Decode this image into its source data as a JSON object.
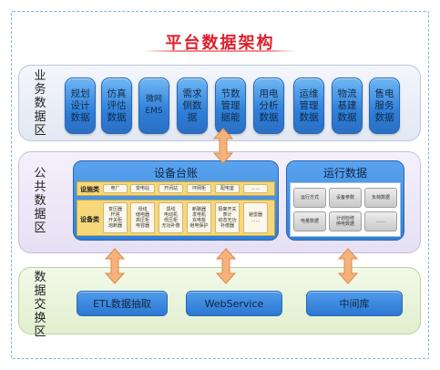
{
  "title": "平台数据架构",
  "layers": {
    "business": {
      "label": "业务数据区"
    },
    "public": {
      "label": "公共数据区"
    },
    "exchange": {
      "label": "数据交换区"
    }
  },
  "business_items": [
    "规划设计数据",
    "仿真评估数据",
    "微网EMS",
    "需求侧数据",
    "节数管理据能",
    "用电分析数据",
    "运维管理数据",
    "物流基建数据",
    "售电服务数据"
  ],
  "ledger": {
    "title": "设备台账",
    "facility_label": "设施类",
    "facility_items": [
      "电厂",
      "变电站",
      "开闭站",
      "环网柜",
      "配电室",
      "……"
    ],
    "equipment_label": "设备类",
    "equipment_items": [
      "变压器\n杆塔\n开关柜\n熔断器",
      "母线\n储电器\n高压柜\n电容器",
      "馈线\n电动机\n低压柜\n无功补偿",
      "断路器\n发电机\n充电桩\n继电保护",
      "隔离开关\n表计\n动态无功\n补偿器",
      "避雷器\n……"
    ]
  },
  "run": {
    "title": "运行数据",
    "items": [
      "运行方式",
      "设备参数",
      "负荷数据",
      "电量数据",
      "计划检修\n停电数据",
      "……"
    ]
  },
  "exchange_items": [
    "ETL数据抽取",
    "WebService",
    "中间库"
  ],
  "colors": {
    "title": "#e0202c",
    "box_blue": "#2f7fd8",
    "arrow_orange": "#f3a86a",
    "business_bg": "#e2e8f2",
    "public_bg": "#e7e0f4",
    "exchange_bg": "#e0efce",
    "ledger_panel": "#f6d77a"
  }
}
